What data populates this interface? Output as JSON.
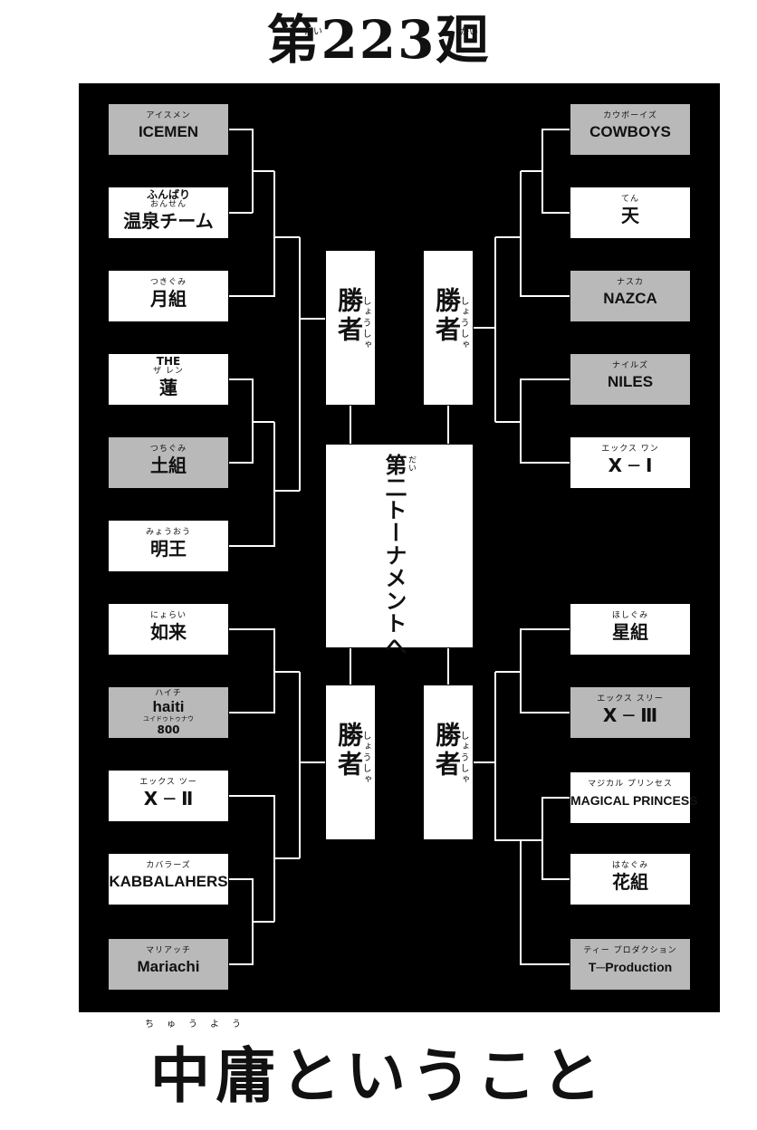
{
  "chapter": {
    "title": "第223廻",
    "ruby_dai": "だい",
    "ruby_kai": "かい"
  },
  "teams_left": [
    {
      "furi": "アイスメン",
      "name": "ICEMEN",
      "latin": true,
      "gray": true
    },
    {
      "pre": "ふんばり",
      "furi": "おんせん",
      "name": "温泉チーム"
    },
    {
      "furi": "つきぐみ",
      "name": "月組"
    },
    {
      "pre": "THE",
      "furi": "ザ レン",
      "name": "蓮"
    },
    {
      "furi": "つちぐみ",
      "name": "土組",
      "gray": true
    },
    {
      "furi": "みょうおう",
      "name": "明王"
    },
    {
      "furi": "にょらい",
      "name": "如来"
    },
    {
      "furi": "ハイチ",
      "name": "haiti",
      "sub": "ユイドゥトゥナウ",
      "post": "800",
      "latin": true,
      "gray": true
    },
    {
      "furi": "エックス ツー",
      "name": "X ─ Ⅱ"
    },
    {
      "furi": "カバラーズ",
      "name": "KABBALAHERS",
      "latin": true
    },
    {
      "furi": "マリアッチ",
      "name": "Mariachi",
      "latin": true,
      "gray": true
    }
  ],
  "teams_right": [
    {
      "furi": "カウボーイズ",
      "name": "COWBOYS",
      "latin": true,
      "gray": true
    },
    {
      "furi": "てん",
      "name": "天"
    },
    {
      "furi": "ナスカ",
      "name": "NAZCA",
      "latin": true,
      "gray": true
    },
    {
      "furi": "ナイルズ",
      "name": "NILES",
      "latin": true,
      "gray": true
    },
    {
      "furi": "エックス ワン",
      "name": "X ─ Ⅰ"
    },
    {
      "furi": "ほしぐみ",
      "name": "星組"
    },
    {
      "furi": "エックス スリー",
      "name": "X ─ Ⅲ",
      "gray": true
    },
    {
      "furi": "マジカル プリンセス",
      "name": "MAGICAL PRINCESS",
      "latin": true,
      "small": true
    },
    {
      "furi": "はなぐみ",
      "name": "花組"
    },
    {
      "furi": "ティー プロダクション",
      "name": "T─Production",
      "latin": true,
      "small": true,
      "gray": true
    }
  ],
  "winner": {
    "label": "勝者",
    "ruby": "しょうしゃ"
  },
  "center": {
    "label": "第二トーナメントへ",
    "ruby": "だい"
  },
  "subtitle": {
    "text": "中庸ということ",
    "ruby": "ちゅうよう"
  }
}
